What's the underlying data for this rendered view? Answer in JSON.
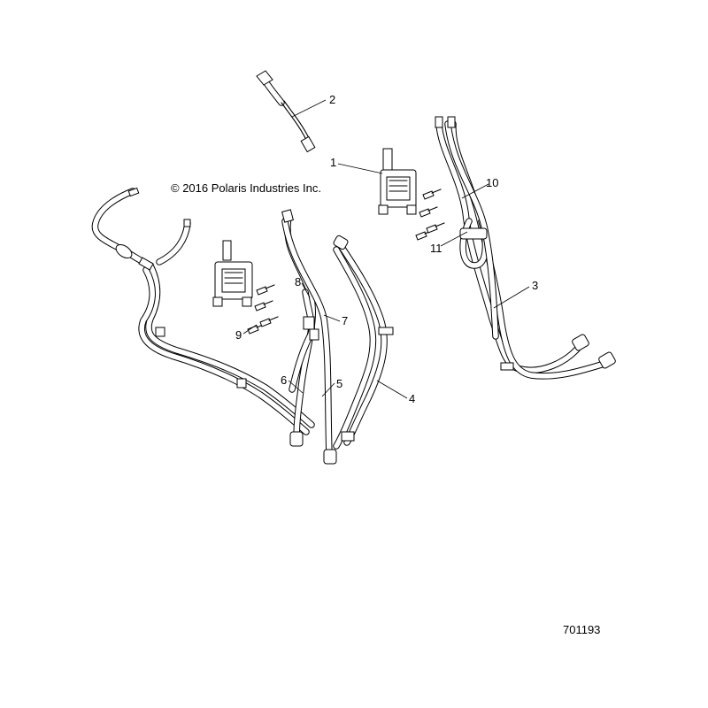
{
  "copyright": "© 2016 Polaris Industries Inc.",
  "figure_number": "701193",
  "callouts": [
    {
      "id": "c1",
      "label": "1"
    },
    {
      "id": "c2",
      "label": "2"
    },
    {
      "id": "c3",
      "label": "3"
    },
    {
      "id": "c4",
      "label": "4"
    },
    {
      "id": "c5",
      "label": "5"
    },
    {
      "id": "c6",
      "label": "6"
    },
    {
      "id": "c7",
      "label": "7"
    },
    {
      "id": "c8",
      "label": "8"
    },
    {
      "id": "c9",
      "label": "9"
    },
    {
      "id": "c10",
      "label": "10"
    },
    {
      "id": "c11",
      "label": "11"
    }
  ]
}
